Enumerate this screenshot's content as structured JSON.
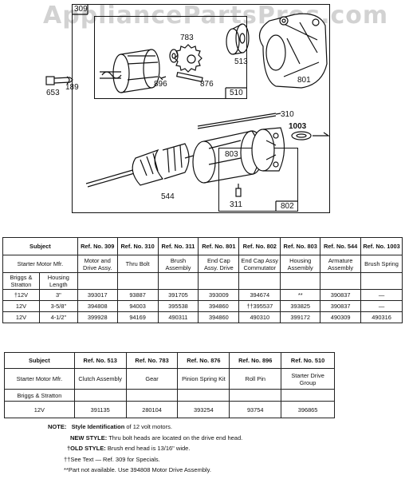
{
  "watermark": "AppliancePartsPros.com",
  "diagram": {
    "labels": {
      "p309": "309",
      "p783": "783",
      "p513": "513",
      "p801": "801",
      "p653": "653",
      "p189": "189",
      "p896": "896",
      "p876": "876",
      "p510": "510",
      "p310": "310",
      "p1003": "1003",
      "p803": "803",
      "p544": "544",
      "p311": "311",
      "p802": "802"
    }
  },
  "table1": {
    "subject_header": "Subject",
    "mfr_label": "Starter Motor Mfr.",
    "col1_label": "Briggs & Stratton",
    "col2_label": "Housing Length",
    "refs": [
      {
        "ref": "Ref. No. 309",
        "desc": "Motor and Drive Assy."
      },
      {
        "ref": "Ref. No. 310",
        "desc": "Thru Bolt"
      },
      {
        "ref": "Ref. No. 311",
        "desc": "Brush Assembly"
      },
      {
        "ref": "Ref. No. 801",
        "desc": "End Cap Assy. Drive"
      },
      {
        "ref": "Ref. No. 802",
        "desc": "End Cap Assy Commutator"
      },
      {
        "ref": "Ref. No. 803",
        "desc": "Housing Assembly"
      },
      {
        "ref": "Ref. No. 544",
        "desc": "Armature Assembly"
      },
      {
        "ref": "Ref. No. 1003",
        "desc": "Brush Spring"
      }
    ],
    "rows": [
      {
        "bs": "†12V",
        "len": "3\"",
        "vals": [
          "393017",
          "93887",
          "391705",
          "393009",
          "394674",
          "**",
          "390837",
          "—"
        ]
      },
      {
        "bs": "12V",
        "len": "3-5/8\"",
        "vals": [
          "394808",
          "94003",
          "395538",
          "394860",
          "††395537",
          "393825",
          "390837",
          "—"
        ]
      },
      {
        "bs": "12V",
        "len": "4-1/2\"",
        "vals": [
          "399928",
          "94169",
          "490311",
          "394860",
          "490310",
          "399172",
          "490309",
          "490316"
        ]
      }
    ]
  },
  "table2": {
    "subject_header": "Subject",
    "mfr_label": "Starter Motor Mfr.",
    "bs_label": "Briggs & Stratton",
    "volt": "12V",
    "refs": [
      {
        "ref": "Ref. No. 513",
        "desc": "Clutch Assembly",
        "val": "391135"
      },
      {
        "ref": "Ref. No. 783",
        "desc": "Gear",
        "val": "280104"
      },
      {
        "ref": "Ref. No. 876",
        "desc": "Pinion Spring Kit",
        "val": "393254"
      },
      {
        "ref": "Ref. No. 896",
        "desc": "Roll Pin",
        "val": "93754"
      },
      {
        "ref": "Ref. No. 510",
        "desc": "Starter Drive Group",
        "val": "396865"
      }
    ]
  },
  "notes": {
    "note_label": "NOTE:",
    "note_head": "Style Identification",
    "note_text": "of 12 volt motors.",
    "new_label": "NEW STYLE:",
    "new_text": "Thru bolt heads are located on the drive end head.",
    "old_label": "†OLD STYLE:",
    "old_text": "Brush end head is 13/16\" wide.",
    "see_text": "††See Text — Ref. 309 for Specials.",
    "na_text": "**Part not available. Use 394808 Motor Drive Assembly."
  }
}
